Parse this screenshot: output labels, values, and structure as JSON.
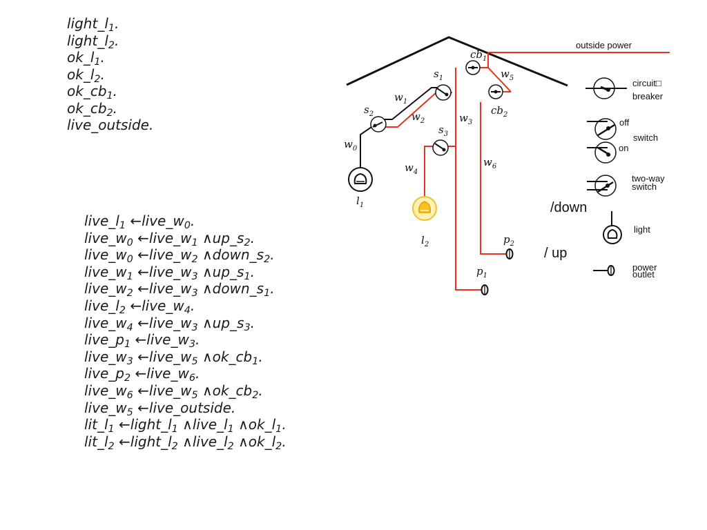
{
  "facts": [
    {
      "base": "light_l",
      "sub": "1",
      "end": "."
    },
    {
      "base": "light_l",
      "sub": "2",
      "end": "."
    },
    {
      "base": "ok_l",
      "sub": "1",
      "end": "."
    },
    {
      "base": "ok_l",
      "sub": "2",
      "end": "."
    },
    {
      "base": "ok_cb",
      "sub": "1",
      "end": "."
    },
    {
      "base": "ok_cb",
      "sub": "2",
      "end": "."
    },
    {
      "base": "live_outside.",
      "sub": "",
      "end": ""
    }
  ],
  "rules": [
    [
      {
        "t": "live_l",
        "s": "1"
      },
      {
        "t": " ←live_w",
        "s": "0"
      },
      {
        "t": ".",
        "s": ""
      }
    ],
    [
      {
        "t": "live_w",
        "s": "0"
      },
      {
        "t": " ←live_w",
        "s": "1"
      },
      {
        "t": " ∧up_s",
        "s": "2"
      },
      {
        "t": ".",
        "s": ""
      }
    ],
    [
      {
        "t": "live_w",
        "s": "0"
      },
      {
        "t": " ←live_w",
        "s": "2"
      },
      {
        "t": " ∧down_s",
        "s": "2"
      },
      {
        "t": ".",
        "s": ""
      }
    ],
    [
      {
        "t": "live_w",
        "s": "1"
      },
      {
        "t": " ←live_w",
        "s": "3"
      },
      {
        "t": " ∧up_s",
        "s": "1"
      },
      {
        "t": ".",
        "s": ""
      }
    ],
    [
      {
        "t": "live_w",
        "s": "2"
      },
      {
        "t": " ←live_w",
        "s": "3"
      },
      {
        "t": " ∧down_s",
        "s": "1"
      },
      {
        "t": ".",
        "s": ""
      }
    ],
    [
      {
        "t": "live_l",
        "s": "2"
      },
      {
        "t": " ←live_w",
        "s": "4"
      },
      {
        "t": ".",
        "s": ""
      }
    ],
    [
      {
        "t": "live_w",
        "s": "4"
      },
      {
        "t": " ←live_w",
        "s": "3"
      },
      {
        "t": " ∧up_s",
        "s": "3"
      },
      {
        "t": ".",
        "s": ""
      }
    ],
    [
      {
        "t": "live_p",
        "s": "1"
      },
      {
        "t": " ←live_w",
        "s": "3"
      },
      {
        "t": ".",
        "s": ""
      }
    ],
    [
      {
        "t": "live_w",
        "s": "3"
      },
      {
        "t": " ←live_w",
        "s": "5"
      },
      {
        "t": " ∧ok_cb",
        "s": "1"
      },
      {
        "t": ".",
        "s": ""
      }
    ],
    [
      {
        "t": "live_p",
        "s": "2"
      },
      {
        "t": " ←live_w",
        "s": "6"
      },
      {
        "t": ".",
        "s": ""
      }
    ],
    [
      {
        "t": "live_w",
        "s": "6"
      },
      {
        "t": " ←live_w",
        "s": "5"
      },
      {
        "t": " ∧ok_cb",
        "s": "2"
      },
      {
        "t": ".",
        "s": ""
      }
    ],
    [
      {
        "t": "live_w",
        "s": "5"
      },
      {
        "t": " ←live_outside.",
        "s": ""
      }
    ],
    [
      {
        "t": "lit_l",
        "s": "1"
      },
      {
        "t": " ←light_l",
        "s": "1"
      },
      {
        "t": " ∧live_l",
        "s": "1"
      },
      {
        "t": " ∧ok_l",
        "s": "1"
      },
      {
        "t": ".",
        "s": ""
      }
    ],
    [
      {
        "t": "lit_l",
        "s": "2"
      },
      {
        "t": " ←light_l",
        "s": "2"
      },
      {
        "t": " ∧live_l",
        "s": "2"
      },
      {
        "t": " ∧ok_l",
        "s": "2"
      },
      {
        "t": ".",
        "s": ""
      }
    ]
  ],
  "diagram": {
    "colors": {
      "live_wire": "#e8321e",
      "dead_wire": "#111111",
      "lit_bulb": "#f3c21d",
      "lit_bulb_fill": "#fff0b8"
    },
    "labels": {
      "cb1": {
        "base": "cb",
        "sub": "1"
      },
      "cb2": {
        "base": "cb",
        "sub": "2"
      },
      "s1": {
        "base": "s",
        "sub": "1"
      },
      "s2": {
        "base": "s",
        "sub": "2"
      },
      "s3": {
        "base": "s",
        "sub": "3"
      },
      "w0": {
        "base": "w",
        "sub": "0"
      },
      "w1": {
        "base": "w",
        "sub": "1"
      },
      "w2": {
        "base": "w",
        "sub": "2"
      },
      "w3": {
        "base": "w",
        "sub": "3"
      },
      "w4": {
        "base": "w",
        "sub": "4"
      },
      "w5": {
        "base": "w",
        "sub": "5"
      },
      "w6": {
        "base": "w",
        "sub": "6"
      },
      "l1": {
        "base": "l",
        "sub": "1"
      },
      "l2": {
        "base": "l",
        "sub": "2"
      },
      "p1": {
        "base": "p",
        "sub": "1"
      },
      "p2": {
        "base": "p",
        "sub": "2"
      }
    },
    "outside_power": "outside power",
    "annot_down": "/down",
    "annot_up": "/ up",
    "legend": {
      "circuit_breaker_1": "circuit□",
      "circuit_breaker_2": "breaker",
      "off": "off",
      "switch": "switch",
      "on": "on",
      "two_way_1": "two-way",
      "two_way_2": "switch",
      "light": "light",
      "power": "power",
      "outlet": "outlet"
    }
  }
}
